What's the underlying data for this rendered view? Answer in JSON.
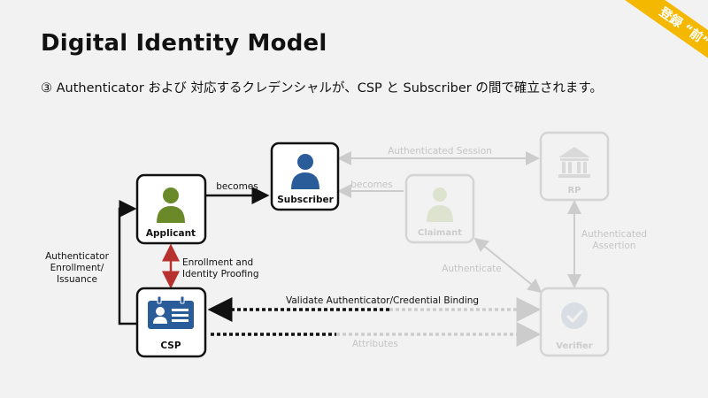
{
  "slide": {
    "title": "Digital Identity Model",
    "subtitle": "③  Authenticator および 対応するクレデンシャルが、CSP と Subscriber の間で確立されます。",
    "banner": "登録 “前”"
  },
  "nodes": {
    "applicant": "Applicant",
    "subscriber": "Subscriber",
    "csp": "CSP",
    "claimant": "Claimant",
    "rp": "RP",
    "verifier": "Verifier"
  },
  "edges": {
    "becomes_active": "becomes",
    "becomes_faded": "becomes",
    "authenticated_session": "Authenticated Session",
    "authenticated_assertion_1": "Authenticated",
    "authenticated_assertion_2": "Assertion",
    "authenticate": "Authenticate",
    "enrollment_1": "Enrollment and",
    "enrollment_2": "Identity Proofing",
    "authenticator_enroll_1": "Authenticator",
    "authenticator_enroll_2": "Enrollment/",
    "authenticator_enroll_3": "Issuance",
    "validate_binding": "Validate Authenticator/Credential Binding",
    "attributes": "Attributes"
  },
  "colors": {
    "person_green": "#6a8a2a",
    "person_blue": "#2a5c99",
    "faded": "#cfcfcf",
    "enrollment_arrow": "#b7322f",
    "banner": "#f5b800"
  }
}
